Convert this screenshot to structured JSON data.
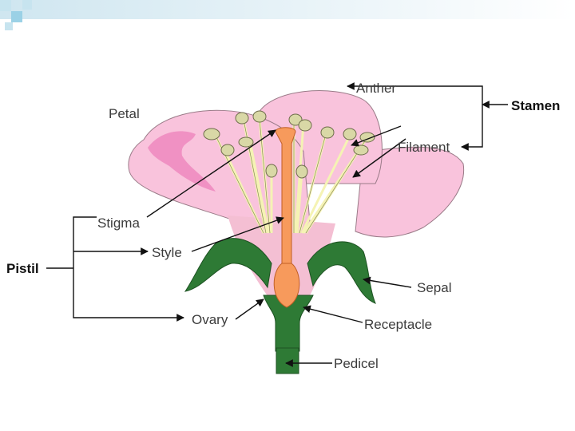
{
  "labels": {
    "petal": "Petal",
    "anther": "Anther",
    "filament": "Filament",
    "stamen": "Stamen",
    "stigma": "Stigma",
    "style": "Style",
    "pistil": "Pistil",
    "sepal": "Sepal",
    "ovary": "Ovary",
    "receptacle": "Receptacle",
    "pedicel": "Pedicel"
  },
  "colors": {
    "petal": "#f9c3dc",
    "petal_mark": "#ef88be",
    "pistil": "#f79a5c",
    "sepal": "#2e7a35",
    "filament": "#f5f3b4",
    "anther": "#d9d8a6",
    "corner_accent": "#9bd1e6"
  }
}
